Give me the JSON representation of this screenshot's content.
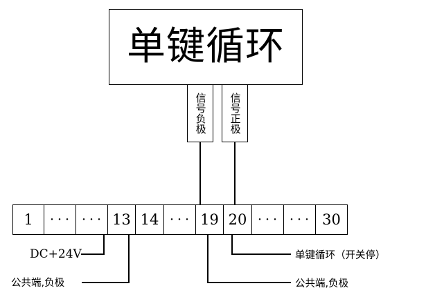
{
  "diagram": {
    "title_box": {
      "label": "单键循环"
    },
    "signal_boxes": [
      {
        "name": "signal-negative",
        "label": "信号负极"
      },
      {
        "name": "signal-positive",
        "label": "信号正极"
      }
    ],
    "terminal_strip": {
      "cells": [
        {
          "label": "1",
          "type": "number"
        },
        {
          "label": "···",
          "type": "ellipsis"
        },
        {
          "label": "···",
          "type": "ellipsis"
        },
        {
          "label": "13",
          "type": "number"
        },
        {
          "label": "14",
          "type": "number"
        },
        {
          "label": "···",
          "type": "ellipsis"
        },
        {
          "label": "19",
          "type": "number"
        },
        {
          "label": "20",
          "type": "number"
        },
        {
          "label": "···",
          "type": "ellipsis"
        },
        {
          "label": "···",
          "type": "ellipsis"
        },
        {
          "label": "30",
          "type": "number"
        }
      ]
    },
    "annotations": {
      "dc_supply": "DC+24V",
      "common_left": "公共端,负极",
      "cycle_right": "单键循环（开关停）",
      "common_right": "公共端,负极"
    },
    "colors": {
      "line": "#000000",
      "background": "#ffffff",
      "text": "#000000"
    }
  }
}
